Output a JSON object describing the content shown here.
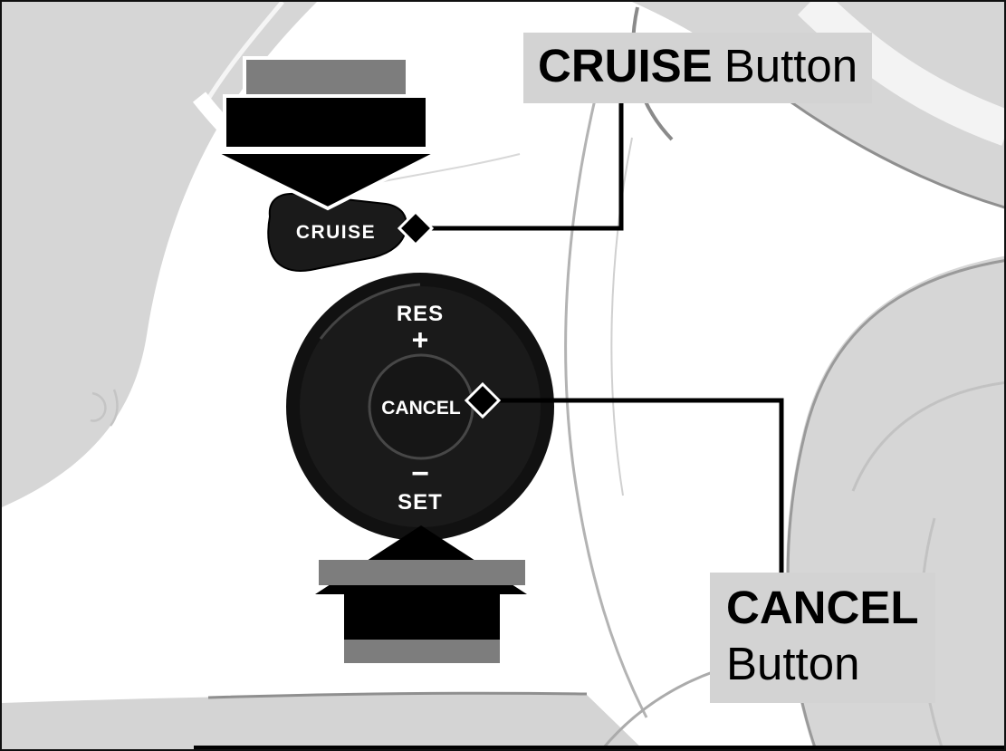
{
  "figure": {
    "type": "steering-wheel-cruise-control-diagram"
  },
  "callouts": {
    "cruise": {
      "bold": "CRUISE",
      "rest": "Button"
    },
    "cancel": {
      "bold": "CANCEL",
      "rest": "Button"
    }
  },
  "wheel_controls": {
    "cruise": "CRUISE",
    "res": "RES",
    "plus": "+",
    "cancel": "CANCEL",
    "minus": "−",
    "set": "SET"
  },
  "icons": {
    "down_arrow": "press-down-arrow",
    "up_arrow": "press-up-arrow",
    "diamond_marker": "callout-diamond"
  },
  "colors": {
    "label_bg": "#d3d3d3",
    "wheel_gray": "#d6d6d6",
    "pad_dark": "#1a1a1a",
    "pad_edge": "#111111",
    "arrow_gray": "#7d7d7d",
    "arrow_black": "#000000",
    "text_on_dark": "#ffffff",
    "callout_line": "#000000"
  }
}
